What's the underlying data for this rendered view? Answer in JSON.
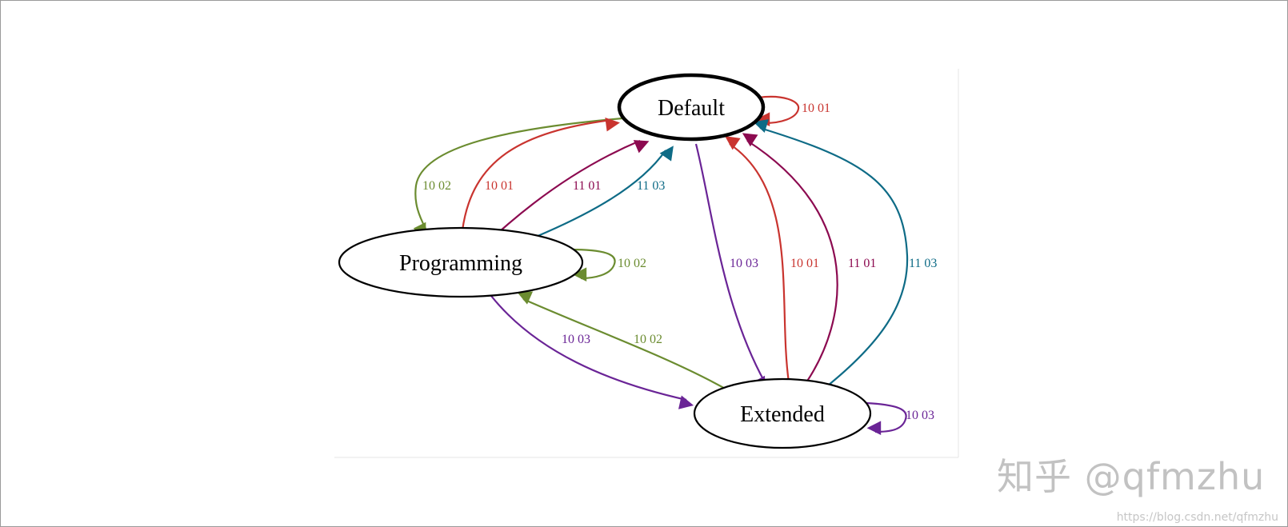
{
  "graph": {
    "nodes": {
      "default": "Default",
      "programming": "Programming",
      "extended": "Extended"
    },
    "edges": [
      {
        "from": "Default",
        "to": "Default",
        "label": "10 01",
        "color": "#c9342f"
      },
      {
        "from": "Default",
        "to": "Programming",
        "label": "10 02",
        "color": "#6b8c30"
      },
      {
        "from": "Programming",
        "to": "Default",
        "label": "10 01",
        "color": "#c9342f"
      },
      {
        "from": "Programming",
        "to": "Default",
        "label": "11 01",
        "color": "#8c0a50"
      },
      {
        "from": "Programming",
        "to": "Default",
        "label": "11 03",
        "color": "#0e6b86"
      },
      {
        "from": "Programming",
        "to": "Programming",
        "label": "10 02",
        "color": "#6b8c30"
      },
      {
        "from": "Default",
        "to": "Extended",
        "label": "10 03",
        "color": "#6a2496"
      },
      {
        "from": "Extended",
        "to": "Default",
        "label": "10 01",
        "color": "#c9342f"
      },
      {
        "from": "Extended",
        "to": "Default",
        "label": "11 01",
        "color": "#8c0a50"
      },
      {
        "from": "Extended",
        "to": "Default",
        "label": "11 03",
        "color": "#0e6b86"
      },
      {
        "from": "Programming",
        "to": "Extended",
        "label": "10 03",
        "color": "#6a2496"
      },
      {
        "from": "Extended",
        "to": "Programming",
        "label": "10 02",
        "color": "#6b8c30"
      },
      {
        "from": "Extended",
        "to": "Extended",
        "label": "10 03",
        "color": "#6a2496"
      }
    ]
  },
  "watermark": {
    "main": "知乎 @qfmzhu",
    "url": "https://blog.csdn.net/qfmzhu"
  }
}
